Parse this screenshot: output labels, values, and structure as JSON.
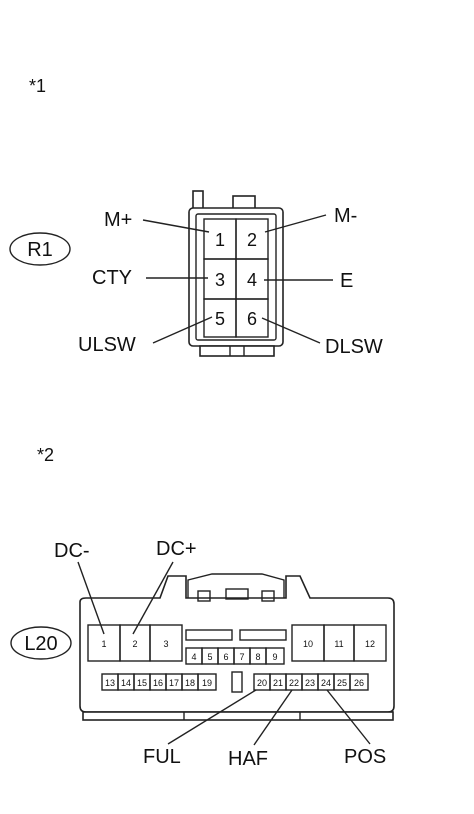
{
  "diagram_1": {
    "note": "*1",
    "connector_id": "R1",
    "pins": [
      "1",
      "2",
      "3",
      "4",
      "5",
      "6"
    ],
    "signals": {
      "pin1": "M+",
      "pin2": "M-",
      "pin3": "CTY",
      "pin4": "E",
      "pin5": "ULSW",
      "pin6": "DLSW"
    }
  },
  "diagram_2": {
    "note": "*2",
    "connector_id": "L20",
    "pins_big": [
      "1",
      "2",
      "3",
      "10",
      "11",
      "12"
    ],
    "pins_mid": [
      "4",
      "5",
      "6",
      "7",
      "8",
      "9"
    ],
    "pins_row3_left": [
      "13",
      "14",
      "15",
      "16",
      "17",
      "18",
      "19"
    ],
    "pins_row3_right": [
      "20",
      "21",
      "22",
      "23",
      "24",
      "25",
      "26"
    ],
    "signals": {
      "pin1": "DC-",
      "pin2": "DC+",
      "pin20": "FUL",
      "pin22": "HAF",
      "pin24": "POS"
    }
  }
}
